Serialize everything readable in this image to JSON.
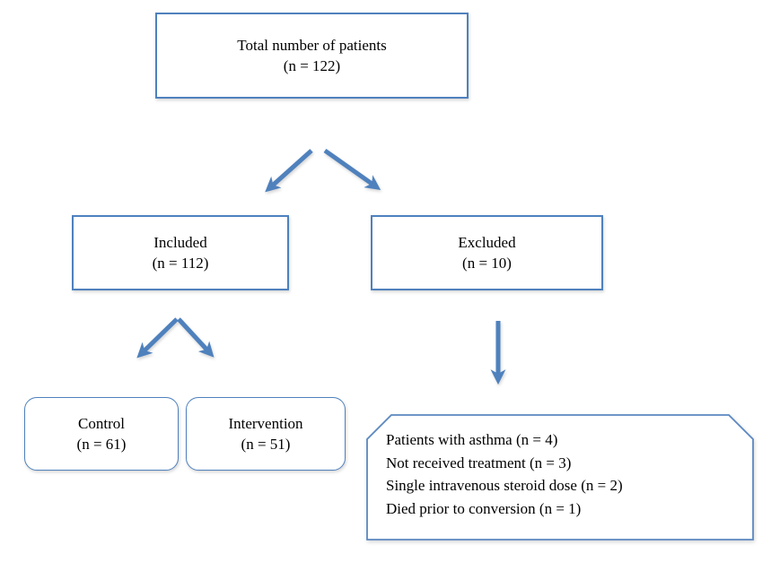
{
  "colors": {
    "accent_blue": "#4f81bd",
    "box_fill": "#ffffff",
    "text": "#000000",
    "background": "#ffffff"
  },
  "flowchart": {
    "total": {
      "label": "Total number of patients",
      "count": "(n = 122)"
    },
    "included": {
      "label": "Included",
      "count": "(n = 112)"
    },
    "excluded": {
      "label": "Excluded",
      "count": "(n = 10)"
    },
    "control": {
      "label": "Control",
      "count": "(n = 61)"
    },
    "intervention": {
      "label": "Intervention",
      "count": "(n = 51)"
    },
    "exclusion_reasons": {
      "lines": [
        "Patients with asthma (n = 4)",
        "Not received treatment (n = 3)",
        "Single intravenous steroid dose (n = 2)",
        "Died prior to conversion (n = 1)"
      ]
    },
    "arrows": [
      "total-to-included",
      "total-to-excluded",
      "included-to-control",
      "included-to-intervention",
      "excluded-to-reasons"
    ]
  }
}
